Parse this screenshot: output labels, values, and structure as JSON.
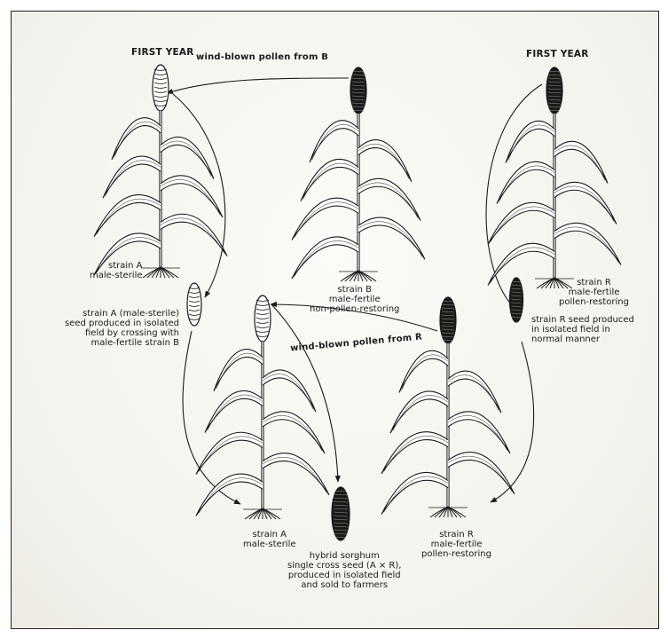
{
  "headings": {
    "first_year_left": "FIRST YEAR",
    "first_year_right": "FIRST YEAR"
  },
  "arrow_labels": {
    "pollen_from_b": "wind-blown pollen from B",
    "pollen_from_r": "wind-blown pollen from R"
  },
  "plants": {
    "strain_a_top": [
      "strain A",
      "male-sterile"
    ],
    "strain_b": [
      "strain B",
      "male-fertile",
      "non-pollen-restoring"
    ],
    "strain_r_top": [
      "strain R",
      "male-fertile",
      "pollen-restoring"
    ],
    "strain_a_bottom": [
      "strain A",
      "male-sterile"
    ],
    "strain_r_bottom": [
      "strain R",
      "male-fertile",
      "pollen-restoring"
    ]
  },
  "notes": {
    "a_seed": [
      "strain A (male-sterile)",
      "seed produced in isolated",
      "field by crossing with",
      "male-fertile strain B"
    ],
    "r_seed": [
      "strain R seed produced",
      "in isolated field in",
      "normal manner"
    ],
    "hybrid": [
      "hybrid sorghum",
      "single cross seed (A × R),",
      "produced in isolated field",
      "and sold to farmers"
    ]
  },
  "colors": {
    "ink": "#1a1a1a",
    "paper": "#f6f5f0",
    "frame": "#222222"
  }
}
